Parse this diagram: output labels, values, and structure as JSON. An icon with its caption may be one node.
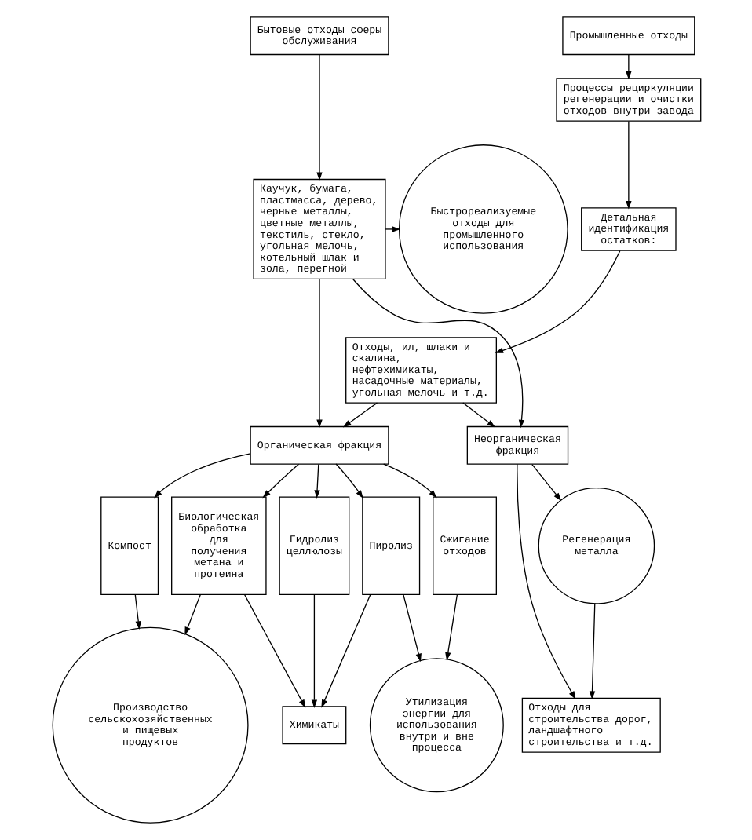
{
  "diagram": {
    "nodes": [
      {
        "text": [
          "Бытовые отходы сферы обслуживания"
        ]
      },
      {
        "text": [
          "Каучук, бумага, пластмасса, дерево, черные металлы, цветные металлы, текстиль, стекло, угольная мелочь, котельный шлак и зола, перегной"
        ]
      },
      {
        "text": [
          "Быстрореализуемые отходы для промышленного использования"
        ]
      },
      {
        "text": [
          "Промышленные отходы"
        ]
      },
      {
        "text": [
          "Процессы рециркуляции регенерации и очистки отходов внутри завода"
        ]
      },
      {
        "text": [
          "Детальная идентификация остатков:"
        ]
      },
      {
        "text": [
          "Отходы, ил, шлаки и скалина, нефтехимикаты, насадочные материалы, угольная мелочь и т.д."
        ]
      },
      {
        "text": [
          "Органическая фракция"
        ]
      },
      {
        "text": [
          "Неорганическая фракция"
        ]
      },
      {
        "text": [
          "Компост"
        ]
      },
      {
        "text": [
          "Биологическая обработка для получения метана и протеина"
        ]
      },
      {
        "text": [
          "Гидролиз целлюлозы"
        ]
      },
      {
        "text": [
          "Пиролиз"
        ]
      },
      {
        "text": [
          "Сжигание отходов"
        ]
      },
      {
        "text": [
          "Регенерация металла"
        ]
      },
      {
        "text": [
          "Производство сельскохозяйственных и пищевых продуктов"
        ]
      },
      {
        "text": [
          "Химикаты"
        ]
      },
      {
        "text": [
          "Утилизация энергии для использования внутри и вне процесса"
        ]
      },
      {
        "text": [
          "Отходы для строительства дорог, ландшафтного строительства и т.д."
        ]
      }
    ],
    "edges": [
      {
        "from": 0,
        "to": 1,
        "arrow": "to"
      },
      {
        "from": 1,
        "to": 2,
        "arrow": "to"
      },
      {
        "from": 1,
        "to": 7,
        "arrow": "to"
      },
      {
        "from": 1,
        "to": 8,
        "arrow": "to"
      },
      {
        "from": 3,
        "to": 4,
        "arrow": "to"
      },
      {
        "from": 4,
        "to": 5,
        "arrow": "to"
      },
      {
        "from": 5,
        "to": 6,
        "arrow": "to"
      },
      {
        "from": 6,
        "to": 7,
        "arrow": "to"
      },
      {
        "from": 6,
        "to": 8,
        "arrow": "to"
      },
      {
        "from": 7,
        "to": 9,
        "arrow": "to"
      },
      {
        "from": 7,
        "to": 10,
        "arrow": "to"
      },
      {
        "from": 7,
        "to": 11,
        "arrow": "to"
      },
      {
        "from": 7,
        "to": 12,
        "arrow": "to"
      },
      {
        "from": 7,
        "to": 13,
        "arrow": "to"
      },
      {
        "from": 8,
        "to": 14,
        "arrow": "to"
      },
      {
        "from": 8,
        "to": 18,
        "arrow": "to"
      },
      {
        "from": 14,
        "to": 18,
        "arrow": "to"
      },
      {
        "from": 9,
        "to": 15,
        "arrow": "to"
      },
      {
        "from": 10,
        "to": 15,
        "arrow": "to"
      },
      {
        "from": 10,
        "to": 16,
        "arrow": "to"
      },
      {
        "from": 11,
        "to": 16,
        "arrow": "to"
      },
      {
        "from": 12,
        "to": 16,
        "arrow": "to"
      },
      {
        "from": 12,
        "to": 17,
        "arrow": "to"
      },
      {
        "from": 13,
        "to": 17,
        "arrow": "to"
      }
    ]
  }
}
